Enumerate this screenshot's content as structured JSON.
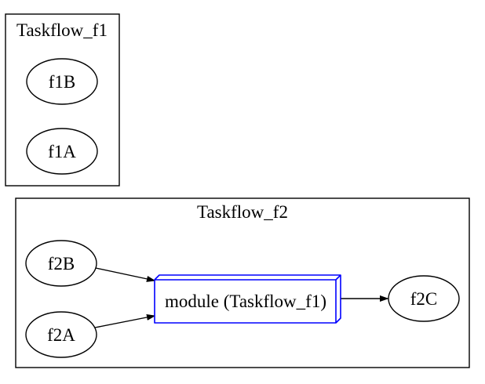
{
  "diagram": {
    "clusters": [
      {
        "label": "Taskflow_f1",
        "nodes": [
          {
            "id": "f1B",
            "label": "f1B"
          },
          {
            "id": "f1A",
            "label": "f1A"
          }
        ]
      },
      {
        "label": "Taskflow_f2",
        "nodes": [
          {
            "id": "f2B",
            "label": "f2B"
          },
          {
            "id": "f2A",
            "label": "f2A"
          },
          {
            "id": "f2C",
            "label": "f2C"
          }
        ],
        "module_node": {
          "label": "module (Taskflow_f1)"
        }
      }
    ],
    "edges": [
      {
        "from": "f2B",
        "to": "module (Taskflow_f1)"
      },
      {
        "from": "f2A",
        "to": "module (Taskflow_f1)"
      },
      {
        "from": "module (Taskflow_f1)",
        "to": "f2C"
      }
    ],
    "colors": {
      "background": "#ffffff",
      "cluster_stroke": "#000000",
      "node_stroke": "#000000",
      "module_stroke": "#0000ff",
      "edge": "#000000",
      "text": "#000000"
    }
  }
}
